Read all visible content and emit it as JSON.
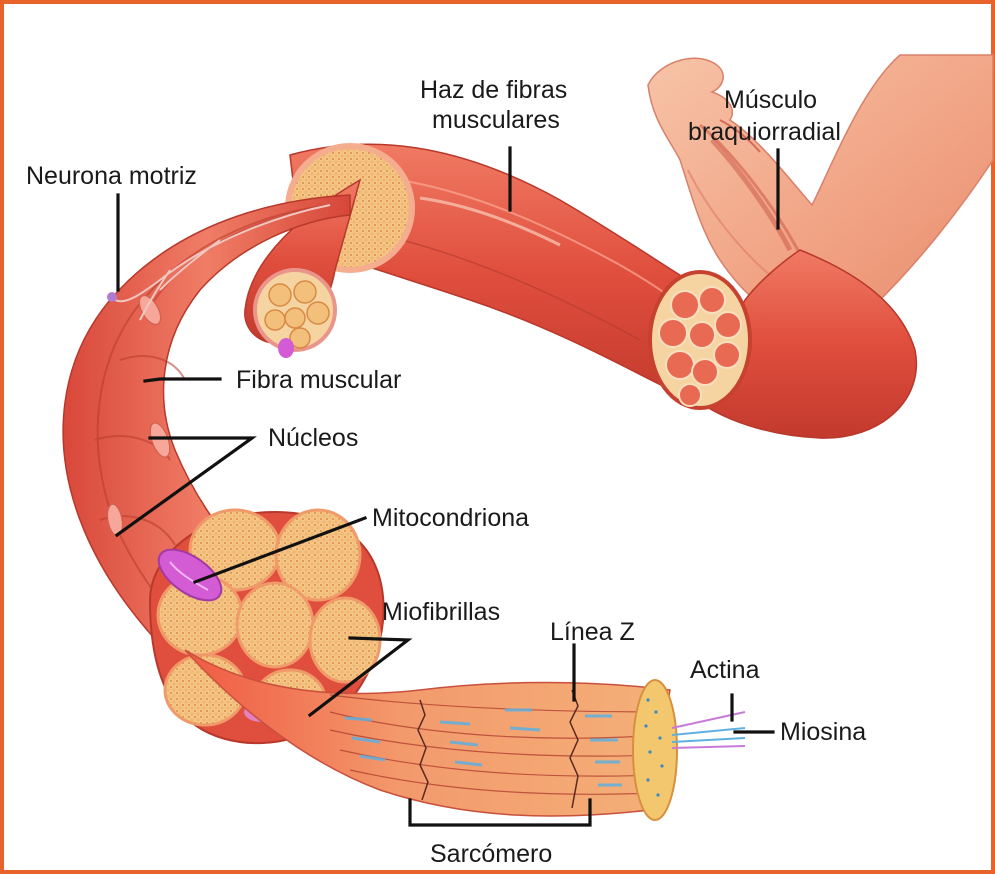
{
  "labels": {
    "neurona": "Neurona motriz",
    "haz_1": "Haz de fibras",
    "haz_2": "musculares",
    "musculo_1": "Músculo",
    "musculo_2": "braquiorradial",
    "fibra": "Fibra muscular",
    "nucleos": "Núcleos",
    "mitocondriona": "Mitocondriona",
    "miofibrillas": "Miofibrillas",
    "linea_z": "Línea Z",
    "actina": "Actina",
    "miosina": "Miosina",
    "sarcomero": "Sarcómero"
  },
  "colors": {
    "frame": "#e8622c",
    "muscle": "#e0503f",
    "muscle_dark": "#c43a2c",
    "muscle_light": "#f08d78",
    "fiber_cross": "#f6c98a",
    "fiber_edge": "#e8a35e",
    "mitochondrion": "#d35bd3",
    "actin": "#c77bd8",
    "myosin": "#5fb0e0"
  }
}
